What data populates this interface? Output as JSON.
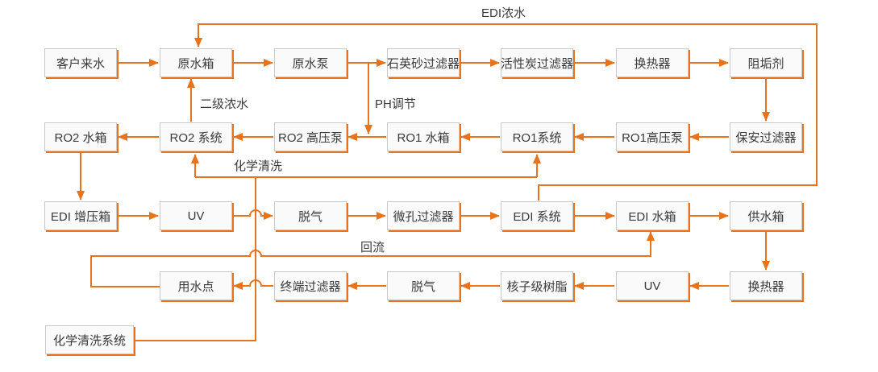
{
  "diagram": {
    "type": "process-flow-diagram",
    "accent_color": "#e8731d",
    "node_fill": "#fafafa",
    "node_border_color": "#c9c9c9",
    "text_color": "#3a3a3a"
  },
  "nodes": {
    "customer_feed_water": "客户来水",
    "raw_water_tank": "原水箱",
    "raw_water_pump": "原水泵",
    "quartz_sand_filter": "石英砂过滤器",
    "activated_carbon_filter": "活性炭过滤器",
    "heat_exchanger_1": "换热器",
    "antiscalant": "阻垢剂",
    "cartridge_filter": "保安过滤器",
    "ro1_hp_pump": "RO1高压泵",
    "ro1_system": "RO1系统",
    "ro1_tank": "RO1 水箱",
    "ro2_hp_pump": "RO2 高压泵",
    "ro2_system": "RO2 系统",
    "ro2_tank": "RO2 水箱",
    "edi_booster_tank": "EDI 增压箱",
    "uv_1": "UV",
    "degasser_1": "脱气",
    "microporous_filter": "微孔过滤器",
    "edi_system": "EDI 系统",
    "edi_tank": "EDI 水箱",
    "supply_tank": "供水箱",
    "heat_exchanger_2": "换热器",
    "uv_2": "UV",
    "nuclear_grade_resin": "核子级树脂",
    "degasser_2": "脱气",
    "terminal_filter": "终端过滤器",
    "point_of_use": "用水点",
    "chemical_cleaning_system": "化学清洗系统"
  },
  "flow_labels": {
    "edi_concentrate": "EDI浓水",
    "secondary_concentrate": "二级浓水",
    "ph_adjust": "PH调节",
    "chemical_cleaning": "化学清洗",
    "reflux": "回流"
  },
  "edges": [
    {
      "from": "客户来水",
      "to": "原水箱"
    },
    {
      "from": "原水箱",
      "to": "原水泵"
    },
    {
      "from": "原水泵",
      "to": "石英砂过滤器"
    },
    {
      "from": "石英砂过滤器",
      "to": "活性炭过滤器"
    },
    {
      "from": "活性炭过滤器",
      "to": "换热器"
    },
    {
      "from": "换热器",
      "to": "阻垢剂"
    },
    {
      "from": "阻垢剂",
      "to": "保安过滤器"
    },
    {
      "from": "保安过滤器",
      "to": "RO1高压泵"
    },
    {
      "from": "RO1高压泵",
      "to": "RO1系统"
    },
    {
      "from": "RO1系统",
      "to": "RO1 水箱"
    },
    {
      "from": "RO1 水箱",
      "to": "RO2 高压泵"
    },
    {
      "from": "原水泵",
      "to": "RO2 高压泵",
      "label": "PH调节"
    },
    {
      "from": "RO2 高压泵",
      "to": "RO2 系统"
    },
    {
      "from": "RO2 系统",
      "to": "RO2 水箱"
    },
    {
      "from": "RO2 系统",
      "to": "原水箱",
      "label": "二级浓水"
    },
    {
      "from": "RO2 水箱",
      "to": "EDI 增压箱"
    },
    {
      "from": "EDI 增压箱",
      "to": "UV"
    },
    {
      "from": "UV",
      "to": "脱气"
    },
    {
      "from": "脱气",
      "to": "微孔过滤器"
    },
    {
      "from": "微孔过滤器",
      "to": "EDI 系统"
    },
    {
      "from": "EDI 系统",
      "to": "EDI 水箱"
    },
    {
      "from": "EDI 系统",
      "to": "原水箱",
      "label": "EDI浓水"
    },
    {
      "from": "EDI 水箱",
      "to": "供水箱"
    },
    {
      "from": "供水箱",
      "to": "换热器"
    },
    {
      "from": "换热器",
      "to": "UV"
    },
    {
      "from": "UV",
      "to": "核子级树脂"
    },
    {
      "from": "核子级树脂",
      "to": "脱气"
    },
    {
      "from": "脱气",
      "to": "终端过滤器"
    },
    {
      "from": "终端过滤器",
      "to": "用水点"
    },
    {
      "from": "用水点",
      "to": "EDI 水箱",
      "label": "回流"
    },
    {
      "from": "化学清洗系统",
      "to": "RO2 系统",
      "label": "化学清洗"
    },
    {
      "from": "化学清洗系统",
      "to": "RO1系统",
      "label": "化学清洗"
    }
  ]
}
